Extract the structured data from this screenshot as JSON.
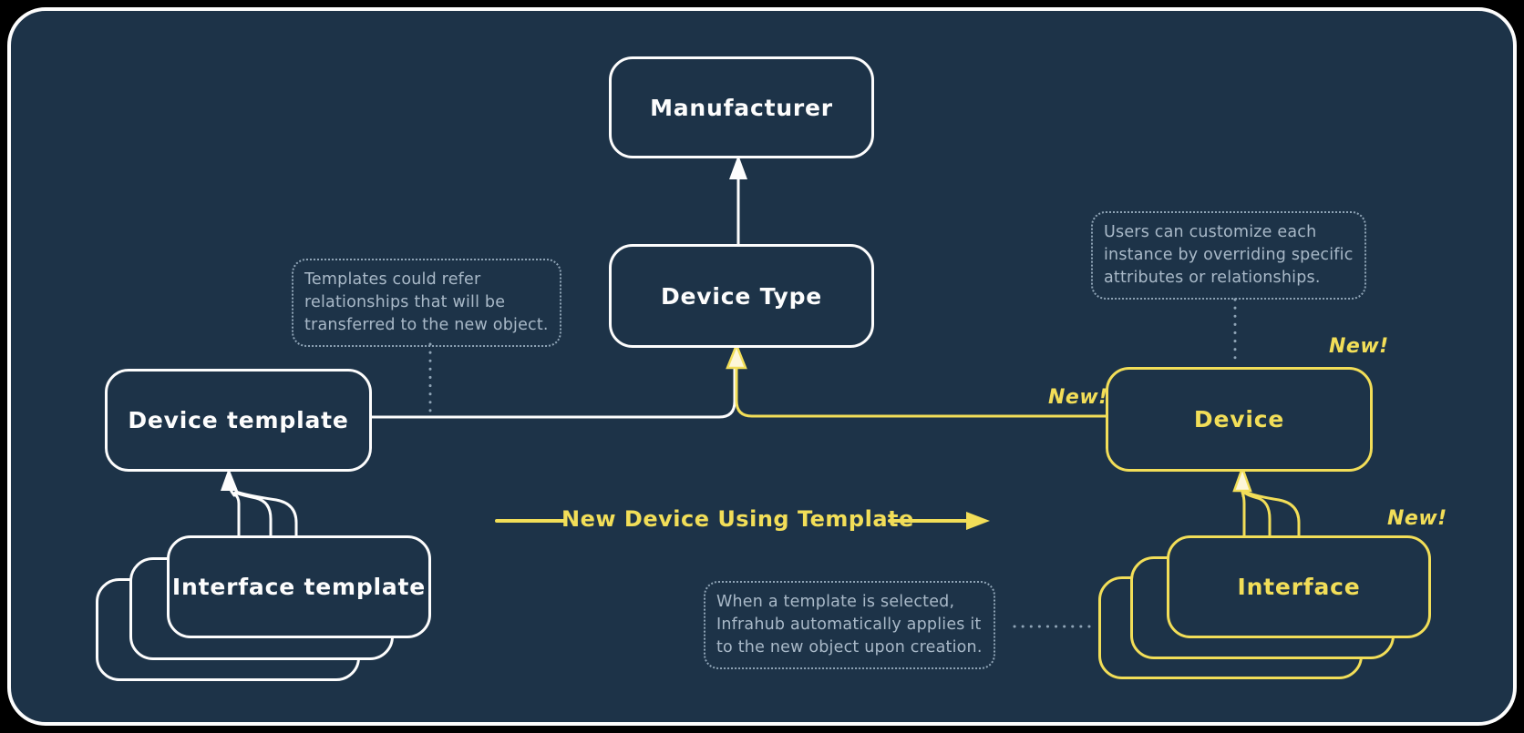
{
  "diagram_title": "New Device Using Template",
  "colors": {
    "background": "#1d3348",
    "outer": "#000000",
    "stroke_white": "#fdfdfd",
    "accent_yellow": "#f2de58",
    "note_text": "#a9b9c8",
    "note_border": "#8fa4b6"
  },
  "nodes": {
    "manufacturer": {
      "label": "Manufacturer"
    },
    "device_type": {
      "label": "Device Type"
    },
    "device_template": {
      "label": "Device template"
    },
    "interface_template": {
      "label": "Interface template"
    },
    "device": {
      "label": "Device",
      "badge": "New!"
    },
    "interface": {
      "label": "Interface",
      "badge": "New!"
    }
  },
  "labels": {
    "flow": "New Device Using Template",
    "new_link_badge": "New!"
  },
  "notes": {
    "templates": {
      "lines": [
        "Templates could refer",
        "relationships that will be",
        "transferred to the new object."
      ]
    },
    "customize": {
      "lines": [
        "Users can customize each",
        "instance by overriding specific",
        "attributes or relationships."
      ]
    },
    "applied": {
      "lines": [
        "When a template is selected,",
        "Infrahub automatically applies it",
        "to the new object upon creation."
      ]
    }
  }
}
